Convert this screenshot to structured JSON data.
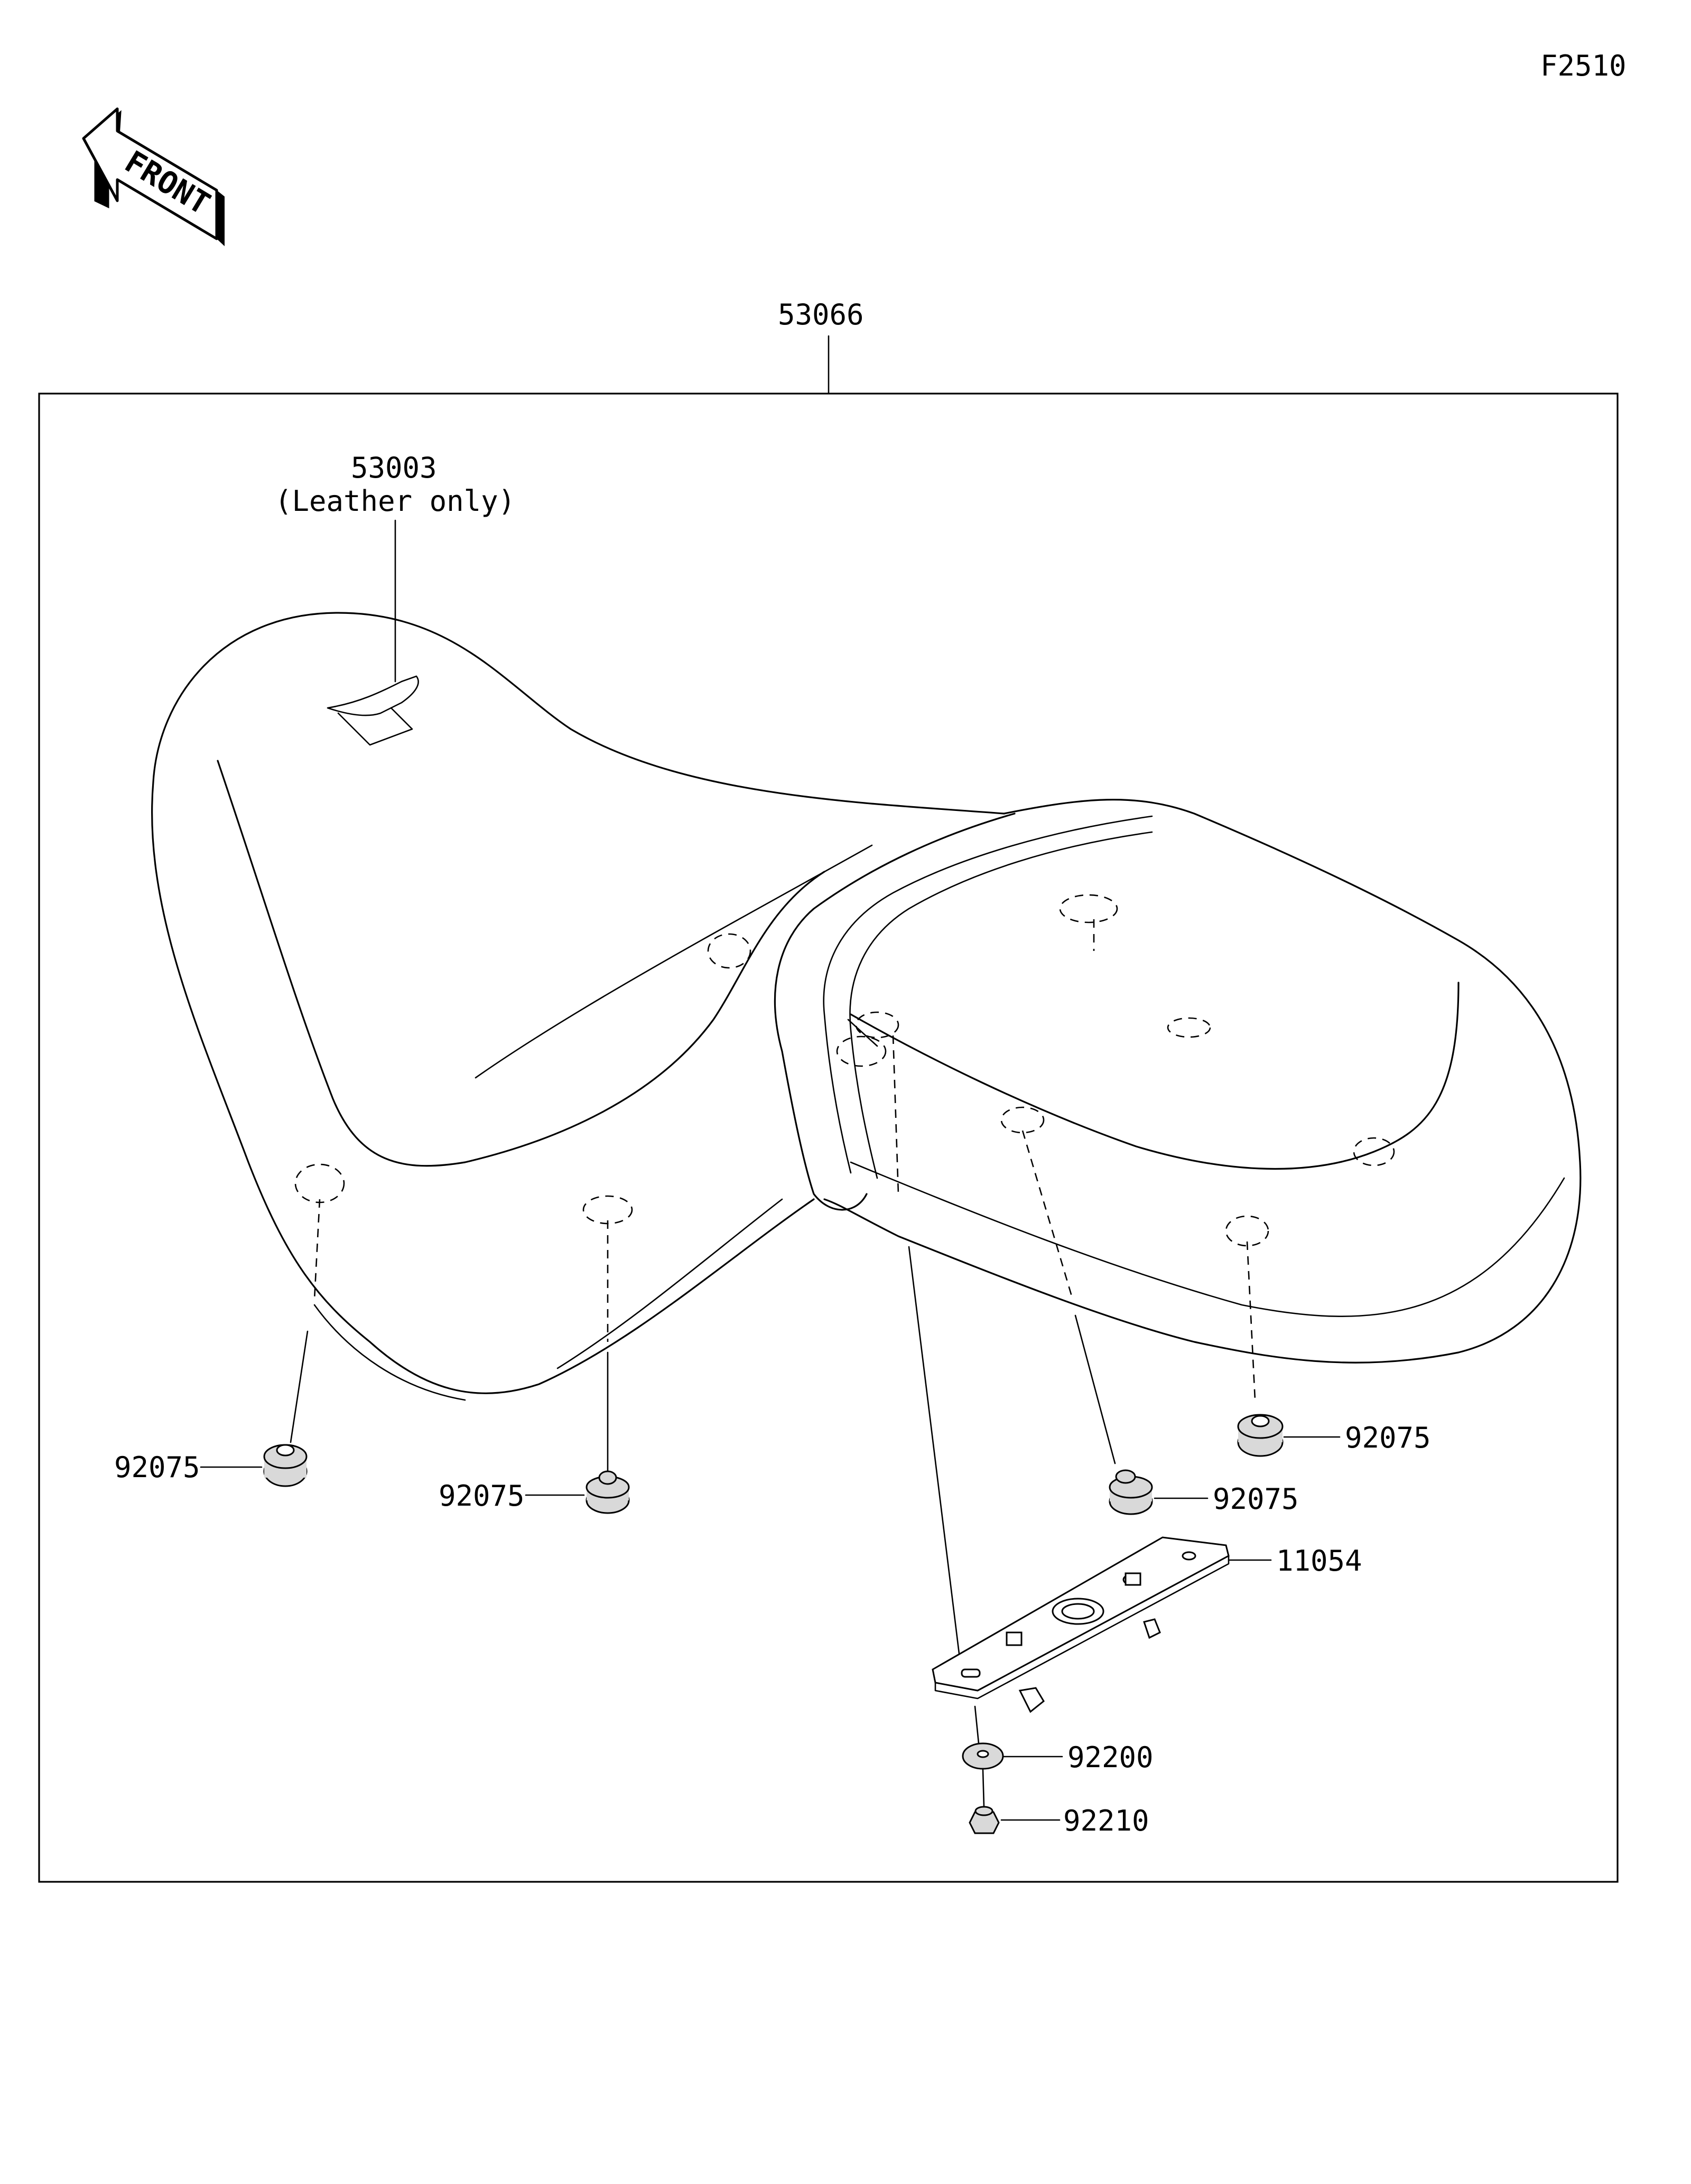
{
  "figure_code": "F2510",
  "front_arrow": {
    "label": "FRONT",
    "icon": "front-direction-arrow-icon"
  },
  "assembly": {
    "part_no": "53066"
  },
  "parts": {
    "emblem": {
      "part_no": "53003",
      "note": "(Leather only)"
    },
    "damper_1": {
      "part_no": "92075"
    },
    "damper_2": {
      "part_no": "92075"
    },
    "damper_3": {
      "part_no": "92075"
    },
    "damper_4": {
      "part_no": "92075"
    },
    "bracket": {
      "part_no": "11054"
    },
    "washer": {
      "part_no": "92200"
    },
    "nut": {
      "part_no": "92210"
    }
  },
  "colors": {
    "line": "#000000",
    "background": "#ffffff",
    "part_fill": "#d9d9d9"
  }
}
